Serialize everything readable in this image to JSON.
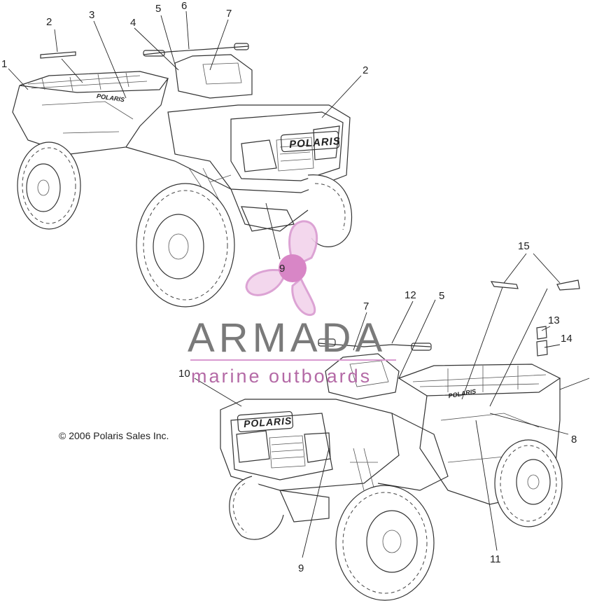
{
  "callouts": {
    "c1": "1",
    "c2a": "2",
    "c3": "3",
    "c4": "4",
    "c5a": "5",
    "c6": "6",
    "c7a": "7",
    "c2b": "2",
    "c9a": "9",
    "c15": "15",
    "c12": "12",
    "c5b": "5",
    "c7b": "7",
    "c13": "13",
    "c14": "14",
    "c10": "10",
    "c8": "8",
    "c9b": "9",
    "c11": "11"
  },
  "copyright": "© 2006 Polaris Sales Inc.",
  "decals": {
    "brand": "POLARIS"
  },
  "watermark": {
    "brand": "ARMADA",
    "tagline": "marine outboards",
    "accent_color": "#d99ad0",
    "accent_dark": "#c2579f",
    "text_color": "#7a7a7a"
  },
  "icons": [
    "propeller-logo-icon"
  ]
}
